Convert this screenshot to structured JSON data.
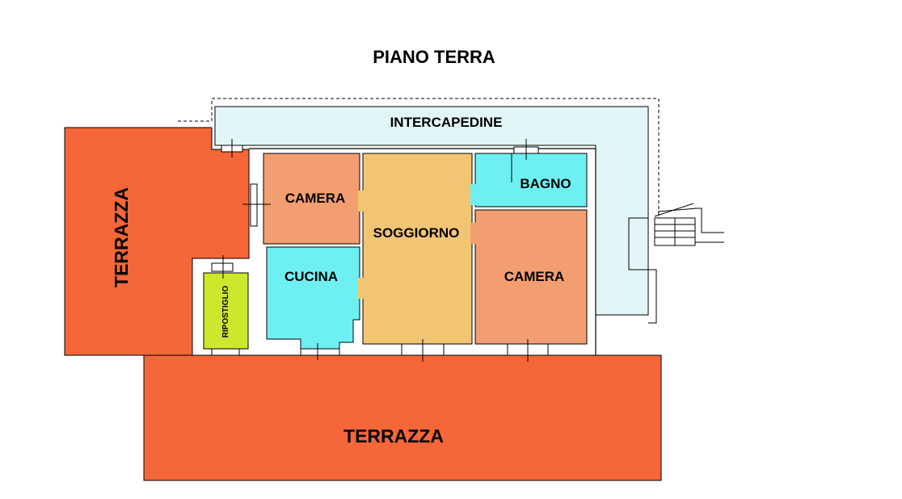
{
  "title": "PIANO TERRA",
  "rooms": {
    "intercapedine": "INTERCAPEDINE",
    "camera_1": "CAMERA",
    "soggiorno": "SOGGIORNO",
    "bagno": "BAGNO",
    "cucina": "CUCINA",
    "camera_2": "CAMERA",
    "ripostiglio": "RIPOSTIGLIO",
    "terrazza_left": "TERRAZZA",
    "terrazza_bottom": "TERRAZZA"
  },
  "colors": {
    "terrazza": "#f56638",
    "camera": "#f29e70",
    "soggiorno": "#f2c572",
    "bagno_cucina": "#6ef0f2",
    "intercapedine": "#e3f6f7",
    "ripostiglio": "#cde82c",
    "walls": "#000000"
  }
}
